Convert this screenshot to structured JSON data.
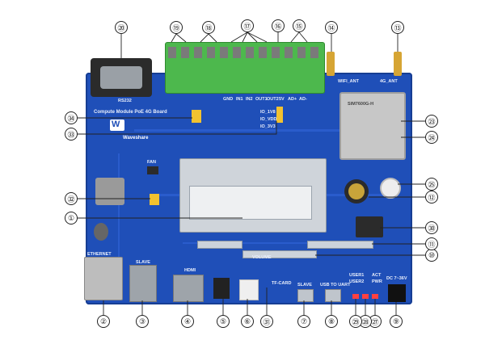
{
  "board": {
    "title": "Compute Module PoE 4G Board",
    "brand": "Waveshare",
    "silkscreen": {
      "rs232": "RS232",
      "wifi_ant": "WIFI_ANT",
      "g4_ant": "4G_ANT",
      "gnd": "GND",
      "in1": "IN1",
      "in2": "IN2",
      "out1": "OUT1",
      "out2": "OUT2",
      "v5": "5V",
      "ad": "AD+",
      "ad_minus": "AD-",
      "io_1v8": "IO_1V8",
      "io_vdd": "IO_VDD",
      "io_3v3": "IO_3V3",
      "fan": "FAN",
      "ethernet": "ETHERNET",
      "slave": "SLAVE",
      "hdmi": "HDMI",
      "tf_card": "TF-CARD",
      "slave2": "SLAVE",
      "usb_to_uart": "USB TO UART",
      "volume": "VOLUME",
      "dc": "DC 7~36V",
      "user1": "USER1",
      "user2": "USER2",
      "act": "ACT",
      "pwr": "PWR",
      "module": "SIM7600G-H"
    }
  },
  "callouts": [
    "①",
    "②",
    "③",
    "④",
    "⑤",
    "⑥",
    "⑦",
    "⑧",
    "⑨",
    "⑩",
    "⑪",
    "⑫",
    "⑬",
    "⑭",
    "⑮",
    "⑯",
    "⑰",
    "⑱",
    "⑲",
    "⑳",
    "㉓",
    "㉔",
    "㉕",
    "㉗",
    "㉘",
    "㉙",
    "㉚",
    "㉛",
    "㉜",
    "㉝",
    "㉞"
  ]
}
